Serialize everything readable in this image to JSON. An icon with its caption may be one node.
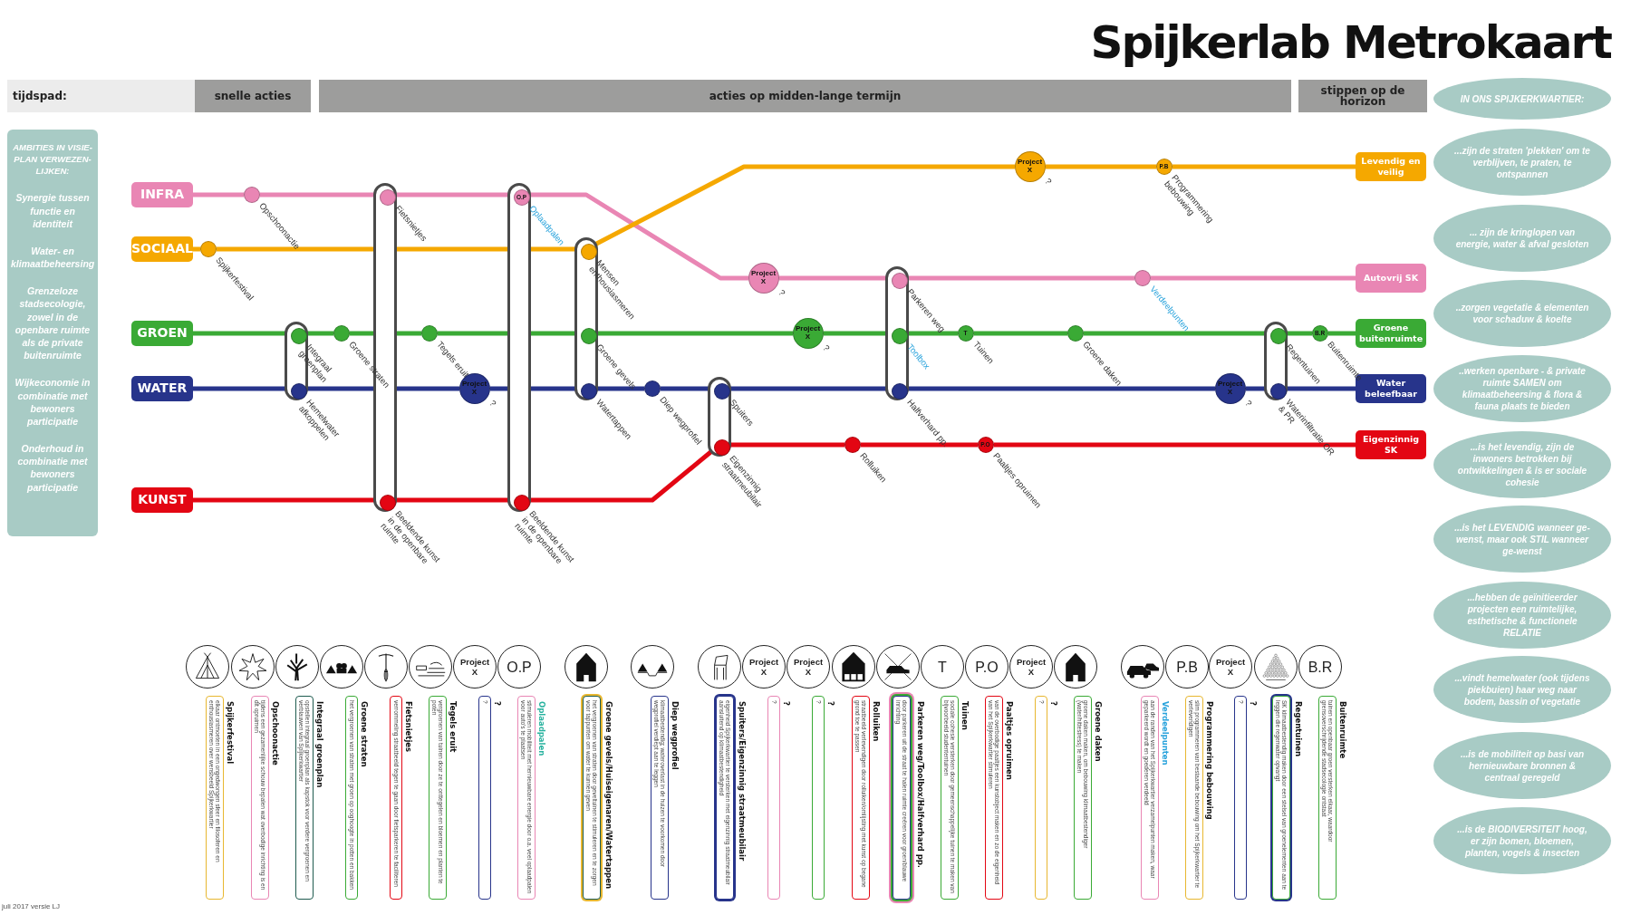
{
  "diagram": {
    "title": "Spijkerlab Metrokaart",
    "nodes": [
      {
        "text": [
          "AMBITIES IN VISIE-PLAN VERWEZEN-LIJKEN:",
          "Synergie tussen functie en identiteit",
          "Water- en klimaatbeheersing",
          "Grenzeloze stadsecologie, zowel in de openbare ruimte als de private buitenruimte",
          "Wijkeconomie in combinatie met bewoners participatie",
          "Onderhoud in combinatie met bewoners participatie"
        ]
      },
      {
        "text": [
          "tijdspad:"
        ]
      },
      {
        "text": [
          "snelle acties"
        ]
      },
      {
        "text": [
          "acties op midden-lange termijn"
        ]
      },
      {
        "text": [
          "stippen op de horizon"
        ]
      },
      {
        "text": [
          "INFRA"
        ]
      },
      {
        "text": [
          "SOCIAAL"
        ]
      },
      {
        "text": [
          "GROEN"
        ]
      },
      {
        "text": [
          "WATER"
        ]
      },
      {
        "text": [
          "KUNST"
        ]
      },
      {
        "text": [
          "Levendig en veilig"
        ]
      },
      {
        "text": [
          "Autovrij SK"
        ]
      },
      {
        "text": [
          "Groene buitenruimte"
        ]
      },
      {
        "text": [
          "Water beleefbaar"
        ]
      },
      {
        "text": [
          "Eigenzinnig SK"
        ]
      },
      {
        "text": [],
        "shape": "capsule"
      },
      {
        "text": [],
        "shape": "circle",
        "beside": [
          "Integraal groenplan"
        ],
        "in": 15
      },
      {
        "text": [],
        "shape": "circle",
        "beside": [
          "Hemelwater afkoppelen"
        ],
        "in": 15
      },
      {
        "text": [],
        "shape": "capsule"
      },
      {
        "text": [],
        "shape": "circle",
        "beside": [
          "Fietsnietjes"
        ],
        "in": 18
      },
      {
        "text": [],
        "shape": "circle",
        "beside": [
          "Beeldende kunst in de openbare ruimte"
        ],
        "in": 18
      },
      {
        "text": [],
        "shape": "capsule"
      },
      {
        "text": [
          "O.P"
        ],
        "beside": [
          "Oplaadpalen"
        ],
        "in": 21
      },
      {
        "text": [],
        "shape": "circle",
        "beside": [
          "Beeldende kunst in de openbare ruimte"
        ],
        "in": 21
      },
      {
        "text": [],
        "shape": "capsule"
      },
      {
        "text": [],
        "shape": "circle",
        "beside": [
          "Mensen enthousiasmeren"
        ],
        "in": 24
      },
      {
        "text": [],
        "shape": "circle",
        "beside": [
          "Groene gevels"
        ],
        "in": 24
      },
      {
        "text": [],
        "shape": "circle",
        "beside": [
          "Watertappen"
        ],
        "in": 24
      },
      {
        "text": [],
        "shape": "capsule"
      },
      {
        "text": [],
        "shape": "circle",
        "beside": [
          "Spuiters"
        ],
        "in": 28
      },
      {
        "text": [],
        "shape": "circle",
        "beside": [
          "Eigenzinnig straatmeubilair"
        ],
        "in": 28
      },
      {
        "text": [],
        "shape": "capsule"
      },
      {
        "text": [],
        "shape": "circle",
        "beside": [
          "Parkeren weg"
        ],
        "in": 31
      },
      {
        "text": [],
        "shape": "circle",
        "beside": [
          "Toolbox"
        ],
        "in": 31
      },
      {
        "text": [],
        "shape": "circle",
        "beside": [
          "Halfverhard pp."
        ],
        "in": 31
      },
      {
        "text": [],
        "shape": "capsule"
      },
      {
        "text": [],
        "shape": "circle",
        "beside": [
          "Regentuinen"
        ],
        "in": 35
      },
      {
        "text": [],
        "shape": "circle",
        "beside": [
          "Waterinfiltratie OR & PR"
        ],
        "in": 35
      },
      {
        "text": [],
        "shape": "circle",
        "beside": [
          "Opschoonactie"
        ]
      },
      {
        "text": [],
        "shape": "circle",
        "beside": [
          "Spijkerfestival"
        ]
      },
      {
        "text": [],
        "shape": "circle",
        "beside": [
          "Groene straten"
        ]
      },
      {
        "text": [],
        "shape": "circle",
        "beside": [
          "Tegels eruit"
        ]
      },
      {
        "text": [
          "Project X"
        ],
        "beside": [
          "?"
        ]
      },
      {
        "text": [],
        "shape": "circle",
        "beside": [
          "Diep wegprofiel"
        ]
      },
      {
        "text": [
          "Project X"
        ],
        "beside": [
          "?"
        ]
      },
      {
        "text": [],
        "shape": "circle",
        "beside": [
          "Verdeelpunten"
        ]
      },
      {
        "text": [
          "Project X"
        ],
        "beside": [
          "?"
        ]
      },
      {
        "text": [
          "T"
        ],
        "beside": [
          "Tuinen"
        ]
      },
      {
        "text": [],
        "shape": "circle",
        "beside": [
          "Groene daken"
        ]
      },
      {
        "text": [
          "B.R"
        ],
        "beside": [
          "Buitenruimte"
        ]
      },
      {
        "text": [
          "Project X"
        ],
        "beside": [
          "?"
        ]
      },
      {
        "text": [],
        "shape": "circle",
        "beside": [
          "Rolluiken"
        ]
      },
      {
        "text": [
          "P.O"
        ],
        "beside": [
          "Paaltjes opruimen"
        ]
      },
      {
        "text": [
          "Project X"
        ],
        "beside": [
          "?"
        ]
      },
      {
        "text": [
          "P.B"
        ],
        "beside": [
          "Programmering bebouwing"
        ]
      },
      {
        "text": [
          "IN ONS SPIJKERKWARTIER:"
        ]
      },
      {
        "text": [
          "...zijn de straten 'plekken' om te verblijven, te praten, te ontspannen"
        ]
      },
      {
        "text": [
          "... zijn de kringlopen van energie, water & afval gesloten"
        ]
      },
      {
        "text": [
          "..zorgen vegetatie & elementen voor schaduw & koelte"
        ]
      },
      {
        "text": [
          "..werken openbare - & private ruimte SAMEN om klimaatbeheersing & flora & fauna plaats te bieden"
        ]
      },
      {
        "text": [
          "...is het levendig, zijn de inwoners betrokken bij ontwikkelingen & is er sociale cohesie"
        ]
      },
      {
        "text": [
          "...is het LEVENDIG wanneer ge-wenst, maar ook STIL wanneer ge-wenst"
        ]
      },
      {
        "text": [
          "...hebben de geïnitieerder projecten een ruimtelijke, esthetische & functionele RELATIE"
        ]
      },
      {
        "text": [
          "...vindt hemelwater (ook tijdens piekbuien) haar weg naar bodem, bassin of vegetatie"
        ]
      },
      {
        "text": [
          "...is de mobiliteit op basi van hernieuwbare bronnen & centraal geregeld"
        ]
      },
      {
        "text": [
          "...is de BIODIVERSITEIT hoog, er zijn bomen, bloemen, planten, vogels & insecten"
        ]
      },
      {
        "text": [],
        "shape": "circle"
      },
      {
        "text": [],
        "shape": "circle"
      },
      {
        "text": [],
        "shape": "circle"
      },
      {
        "text": [],
        "shape": "circle"
      },
      {
        "text": [],
        "shape": "circle"
      },
      {
        "text": [],
        "shape": "circle"
      },
      {
        "text": [
          "Project X"
        ]
      },
      {
        "text": [
          "O.P"
        ]
      },
      {
        "text": [],
        "shape": "circle"
      },
      {
        "text": [],
        "shape": "circle"
      },
      {
        "text": [],
        "shape": "circle"
      },
      {
        "text": [
          "Project X"
        ]
      },
      {
        "text": [
          "Project X"
        ]
      },
      {
        "text": [],
        "shape": "circle"
      },
      {
        "text": [],
        "shape": "circle"
      },
      {
        "text": [
          "T"
        ]
      },
      {
        "text": [
          "P.O"
        ]
      },
      {
        "text": [
          "Project X"
        ]
      },
      {
        "text": [],
        "shape": "circle"
      },
      {
        "text": [],
        "shape": "circle"
      },
      {
        "text": [
          "P.B"
        ]
      },
      {
        "text": [
          "Project X"
        ]
      },
      {
        "text": [],
        "shape": "circle"
      },
      {
        "text": [
          "B.R"
        ]
      },
      {
        "text": [
          "Spijkerfestival",
          "elkaar ontmoeten in een ongedwongen sfeer en filosoferen en enthousiasmeren over wensbeeld Spijkerkwartier"
        ]
      },
      {
        "text": [
          "Opschoonactie",
          "tijdens een gezamenlijke schouw bepalen wat overbodige inrichting is en dit opruimen"
        ]
      },
      {
        "text": [
          "Integraal groenplan",
          "opstellen integraal groenplan als kapstok voor verdere vergroenen en verblauwen van Spijkerkwartier"
        ]
      },
      {
        "text": [
          "Groene straten",
          "het vergroenen van straten met groen op ooghoogte in potten en bakken"
        ]
      },
      {
        "text": [
          "Fietsnietjes",
          "verrommeling straatbeeld tegen te gaan door fietsparkeren te faciliteren"
        ]
      },
      {
        "text": [
          "Tegels eruit",
          "vergroenen van tuinen door ze te onttegelen en bloemen en planten te poten"
        ]
      },
      {
        "text": [
          "?",
          "?"
        ]
      },
      {
        "text": [
          "Oplaadpalen",
          "stimuleren mobiliteit met hernieuwbare energie door o.a. veel oplaadpalen voor auto's te plaatsen"
        ]
      },
      {
        "text": [
          "Groene gevels/Huiseigenaren/Watertappen",
          "het vergroenen van straten door geveltuinen te stimuleren en te zorgen voor tappunten om water te kunnen geven"
        ]
      },
      {
        "text": [
          "Diep wegprofiel",
          "klimaatbestendig; wateroverlast in de huizen te voorkomen door wegprofiel verdiept aan te leggen"
        ]
      },
      {
        "text": [
          "Spuiters/Eigenzinnig straatmeubilair",
          "eigenheid Spijkerkwartier te versterken met eigenzinnig straatmeubilair aansluitend op klimaatbestendigheid"
        ]
      },
      {
        "text": [
          "?",
          "?"
        ]
      },
      {
        "text": [
          "?",
          "?"
        ]
      },
      {
        "text": [
          "Rolluiken",
          "straatbeeld verlevendigen door rolluiken/omlijsting met kunst op begane grond toe te passen"
        ]
      },
      {
        "text": [
          "Parkeren weg/Toolbox/Halfverhard pp.",
          "door parkeren uit de straat te halen ruimte creëren voor groen/blauwe inrichting"
        ]
      },
      {
        "text": [
          "Tuinen",
          "sociale cohesie versterken door gemeenschappelijke tuinen te maken van bijvoorbeeld studententuinen"
        ]
      },
      {
        "text": [
          "Paaltjes opruimen",
          "van de overbodige paaltjes een kunstobject maken en zo de eigenheid van het Spijkerkwartier stimuleren"
        ]
      },
      {
        "text": [
          "?",
          "?"
        ]
      },
      {
        "text": [
          "Groene daken",
          "groene daken maken, om bebouwing klimaatbestendiger (water/hittestress) te maken"
        ]
      },
      {
        "text": [
          "Verdeelpunten",
          "aan de randen van het Spijkerkwartier verzamelpunten maken, waar geparkeerd wordt en goederen verdeeld"
        ]
      },
      {
        "text": [
          "Programmering bebouwing",
          "slim programmeren van bestaande bebouwing om het Spijkerkwartier te verlevendigen"
        ]
      },
      {
        "text": [
          "?",
          "?"
        ]
      },
      {
        "text": [
          "Regentuinen",
          "SK klimaatbestendig maken door een stelsel van groenelementen aan te leggen die regenwater opvangt"
        ]
      },
      {
        "text": [
          "Buitenruimte",
          "tuinen en openbaar groen versterken elkaar, waardoor grensoverschrijdende stadsecologie ontstaat"
        ]
      }
    ],
    "edges": [
      {
        "from": 5,
        "to": 38,
        "arrow": "none",
        "color": "#e986b4"
      },
      {
        "from": 38,
        "to": 19,
        "arrow": "none",
        "color": "#e986b4"
      },
      {
        "from": 19,
        "to": 22,
        "arrow": "none",
        "color": "#e986b4"
      },
      {
        "from": 22,
        "to": 44,
        "arrow": "none",
        "color": "#e986b4"
      },
      {
        "from": 44,
        "to": 32,
        "arrow": "none",
        "color": "#e986b4"
      },
      {
        "from": 32,
        "to": 45,
        "arrow": "none",
        "color": "#e986b4"
      },
      {
        "from": 45,
        "to": 11,
        "arrow": "none",
        "color": "#e986b4"
      },
      {
        "from": 6,
        "to": 39,
        "arrow": "none",
        "color": "#f5a800"
      },
      {
        "from": 39,
        "to": 25,
        "arrow": "none",
        "color": "#f5a800"
      },
      {
        "from": 25,
        "to": 53,
        "arrow": "none",
        "color": "#f5a800"
      },
      {
        "from": 53,
        "to": 54,
        "arrow": "none",
        "color": "#f5a800"
      },
      {
        "from": 54,
        "to": 10,
        "arrow": "none",
        "color": "#f5a800"
      },
      {
        "from": 7,
        "to": 16,
        "arrow": "none",
        "color": "#3aaa35"
      },
      {
        "from": 16,
        "to": 40,
        "arrow": "none",
        "color": "#3aaa35"
      },
      {
        "from": 40,
        "to": 41,
        "arrow": "none",
        "color": "#3aaa35"
      },
      {
        "from": 41,
        "to": 26,
        "arrow": "none",
        "color": "#3aaa35"
      },
      {
        "from": 26,
        "to": 46,
        "arrow": "none",
        "color": "#3aaa35"
      },
      {
        "from": 46,
        "to": 33,
        "arrow": "none",
        "color": "#3aaa35"
      },
      {
        "from": 33,
        "to": 47,
        "arrow": "none",
        "color": "#3aaa35"
      },
      {
        "from": 47,
        "to": 48,
        "arrow": "none",
        "color": "#3aaa35"
      },
      {
        "from": 48,
        "to": 36,
        "arrow": "none",
        "color": "#3aaa35"
      },
      {
        "from": 36,
        "to": 49,
        "arrow": "none",
        "color": "#3aaa35"
      },
      {
        "from": 49,
        "to": 12,
        "arrow": "none",
        "color": "#3aaa35"
      },
      {
        "from": 8,
        "to": 17,
        "arrow": "none",
        "color": "#27348b"
      },
      {
        "from": 17,
        "to": 42,
        "arrow": "none",
        "color": "#27348b"
      },
      {
        "from": 42,
        "to": 27,
        "arrow": "none",
        "color": "#27348b"
      },
      {
        "from": 27,
        "to": 43,
        "arrow": "none",
        "color": "#27348b"
      },
      {
        "from": 43,
        "to": 29,
        "arrow": "none",
        "color": "#27348b"
      },
      {
        "from": 29,
        "to": 34,
        "arrow": "none",
        "color": "#27348b"
      },
      {
        "from": 34,
        "to": 50,
        "arrow": "none",
        "color": "#27348b"
      },
      {
        "from": 50,
        "to": 37,
        "arrow": "none",
        "color": "#27348b"
      },
      {
        "from": 37,
        "to": 13,
        "arrow": "none",
        "color": "#27348b"
      },
      {
        "from": 9,
        "to": 20,
        "arrow": "none",
        "color": "#e30613"
      },
      {
        "from": 20,
        "to": 23,
        "arrow": "none",
        "color": "#e30613"
      },
      {
        "from": 23,
        "to": 30,
        "arrow": "none",
        "color": "#e30613"
      },
      {
        "from": 30,
        "to": 51,
        "arrow": "none",
        "color": "#e30613"
      },
      {
        "from": 51,
        "to": 52,
        "arrow": "none",
        "color": "#e30613"
      },
      {
        "from": 52,
        "to": 14,
        "arrow": "none",
        "color": "#e30613"
      }
    ],
    "labels": [
      "juli 2017 versie LJ"
    ]
  }
}
